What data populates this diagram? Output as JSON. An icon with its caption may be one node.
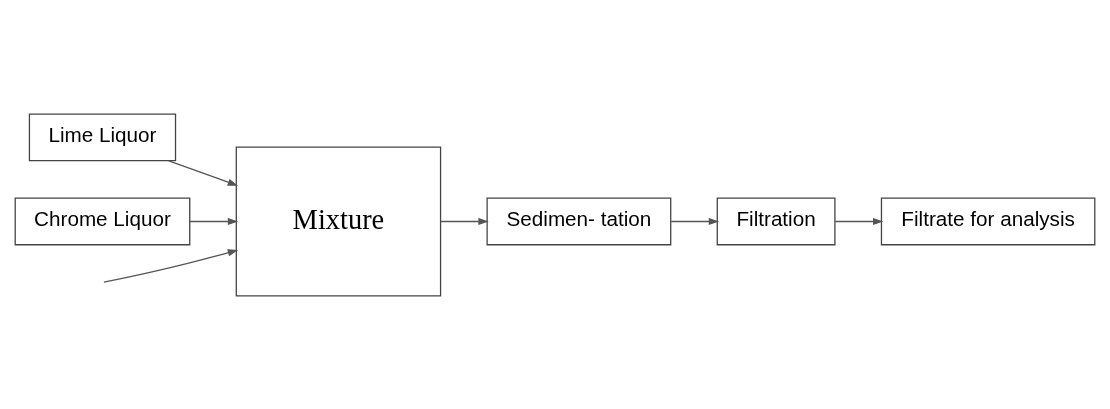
{
  "diagram": {
    "nodes": [
      {
        "text": [
          "Lime Liquor"
        ]
      },
      {
        "text": [
          "Chrome Liquor"
        ]
      },
      {
        "text": [
          "Mixture"
        ]
      },
      {
        "text": [
          "Sedimen- tation"
        ]
      },
      {
        "text": [
          "Filtration"
        ]
      },
      {
        "text": [
          "Filtrate for analysis"
        ]
      }
    ],
    "edges": [
      {
        "from": null,
        "to": 2,
        "arrow": "to"
      },
      {
        "from": 0,
        "to": 2,
        "arrow": "to"
      },
      {
        "from": 1,
        "to": 2,
        "arrow": "to"
      },
      {
        "from": 2,
        "to": 3,
        "arrow": "to"
      },
      {
        "from": 3,
        "to": 4,
        "arrow": "to"
      },
      {
        "from": 4,
        "to": 5,
        "arrow": "to"
      }
    ]
  }
}
